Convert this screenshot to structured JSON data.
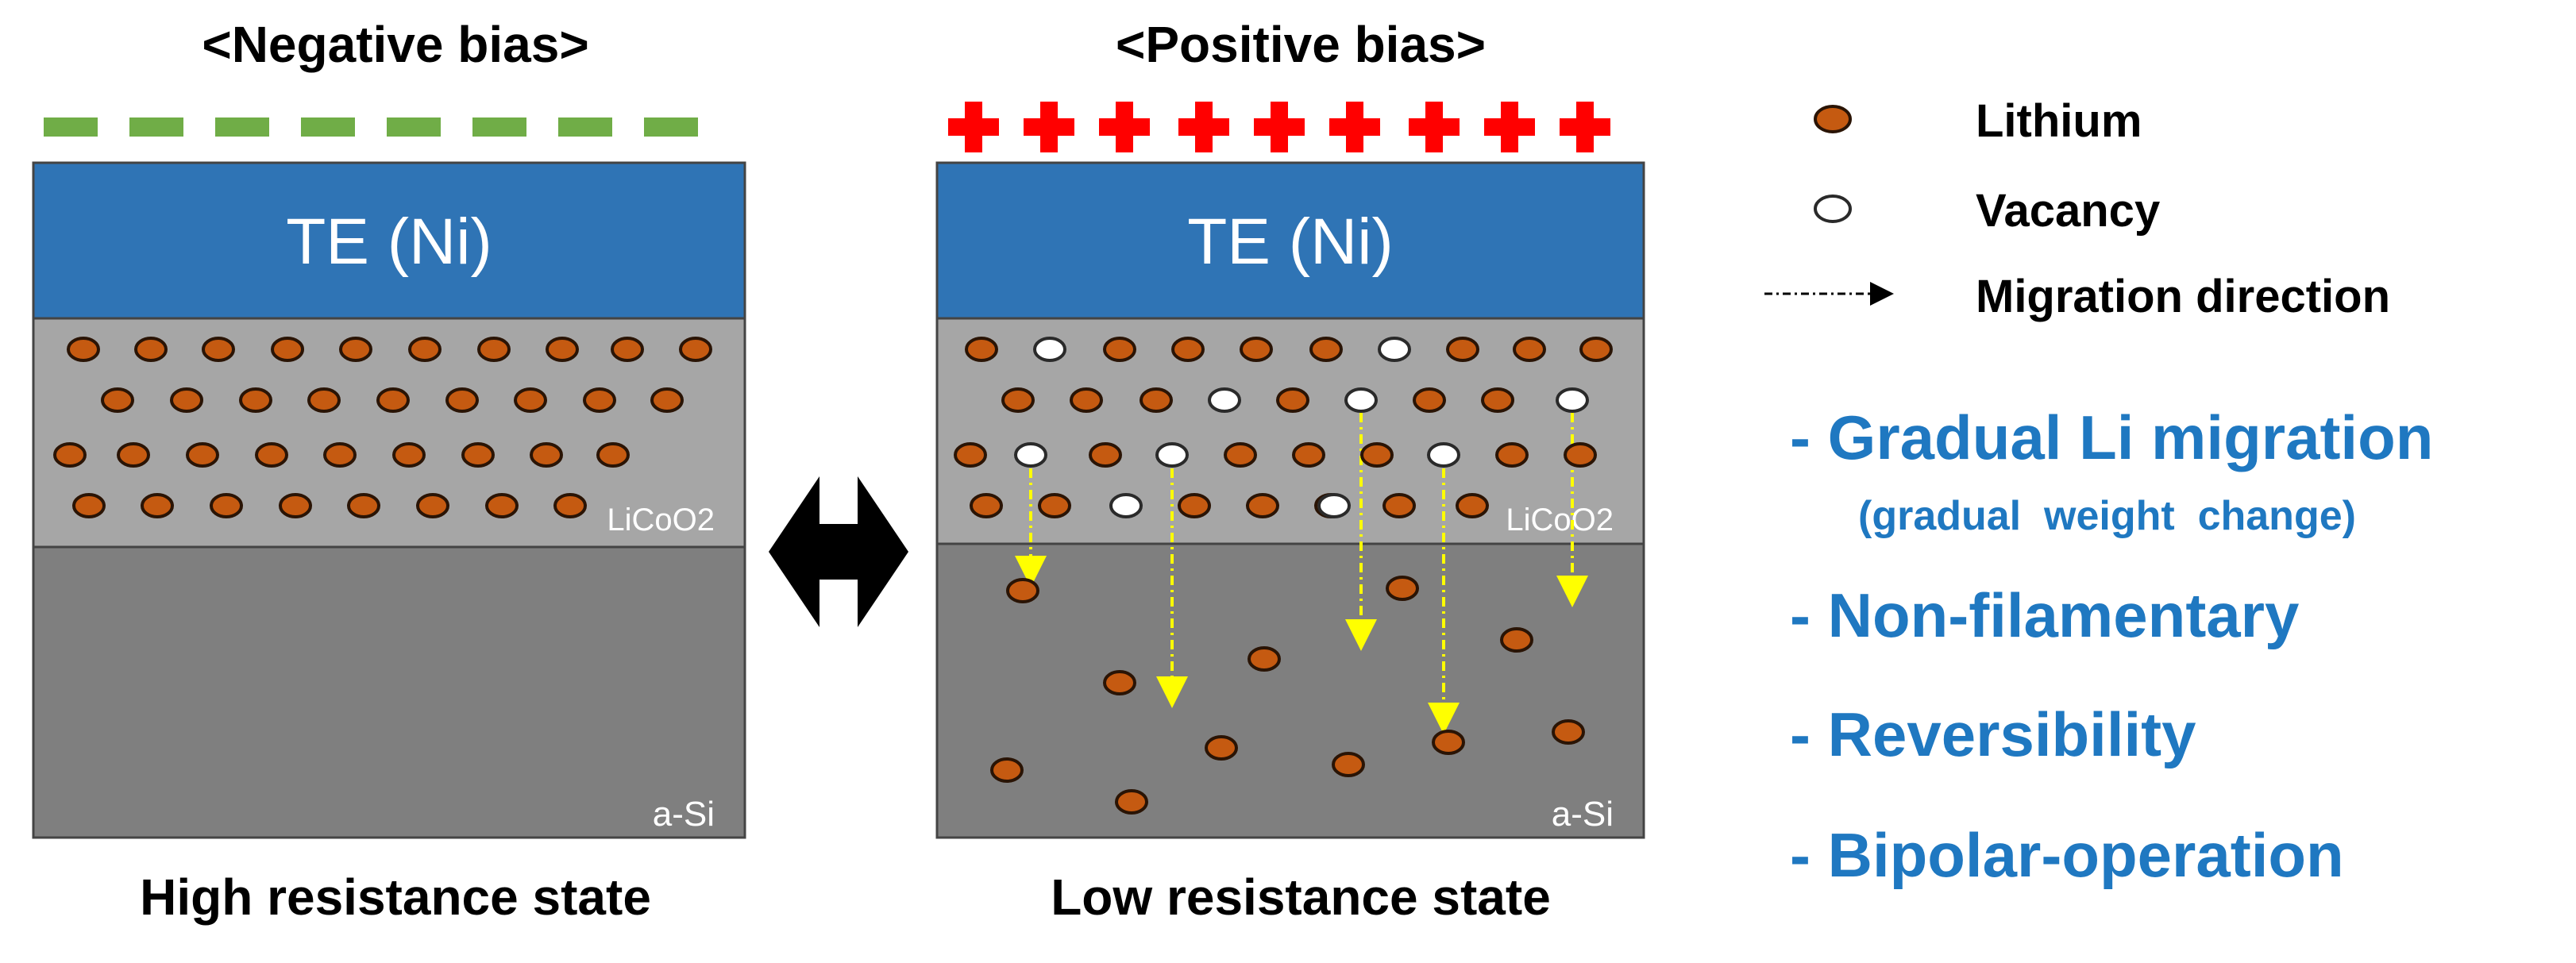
{
  "left_panel": {
    "bias_title": "<Negative bias>",
    "te_label": "TE (Ni)",
    "licoo2_label": "LiCoO2",
    "asi_label": "a-Si",
    "state_label": "High resistance state"
  },
  "right_panel": {
    "bias_title": "<Positive bias>",
    "te_label": "TE (Ni)",
    "licoo2_label": "LiCoO2",
    "asi_label": "a-Si",
    "state_label": "Low resistance state"
  },
  "legend": {
    "lithium": "Lithium",
    "vacancy": "Vacancy",
    "migration": "Migration direction"
  },
  "features": {
    "item1": "- Gradual Li migration",
    "item1_sub": "(gradual  weight  change)",
    "item2": "- Non-filamentary",
    "item3": "- Reversibility",
    "item4": "- Bipolar-operation"
  },
  "colors": {
    "te_blue": "#2f74b5",
    "licoo2_gray": "#a6a6a6",
    "asi_gray": "#7f7f7f",
    "lithium": "#c55a11",
    "lithium_stroke": "#2a1405",
    "vacancy": "#ffffff",
    "negative_dash": "#70ad47",
    "positive_plus": "#ff0000",
    "migration_arrow": "#ffff00",
    "feature_text": "#1f78c1"
  },
  "icons": {
    "bias_switch": "double-headed-arrow-icon",
    "negative_marks": "minus-sign-icon",
    "positive_marks": "plus-sign-icon"
  }
}
